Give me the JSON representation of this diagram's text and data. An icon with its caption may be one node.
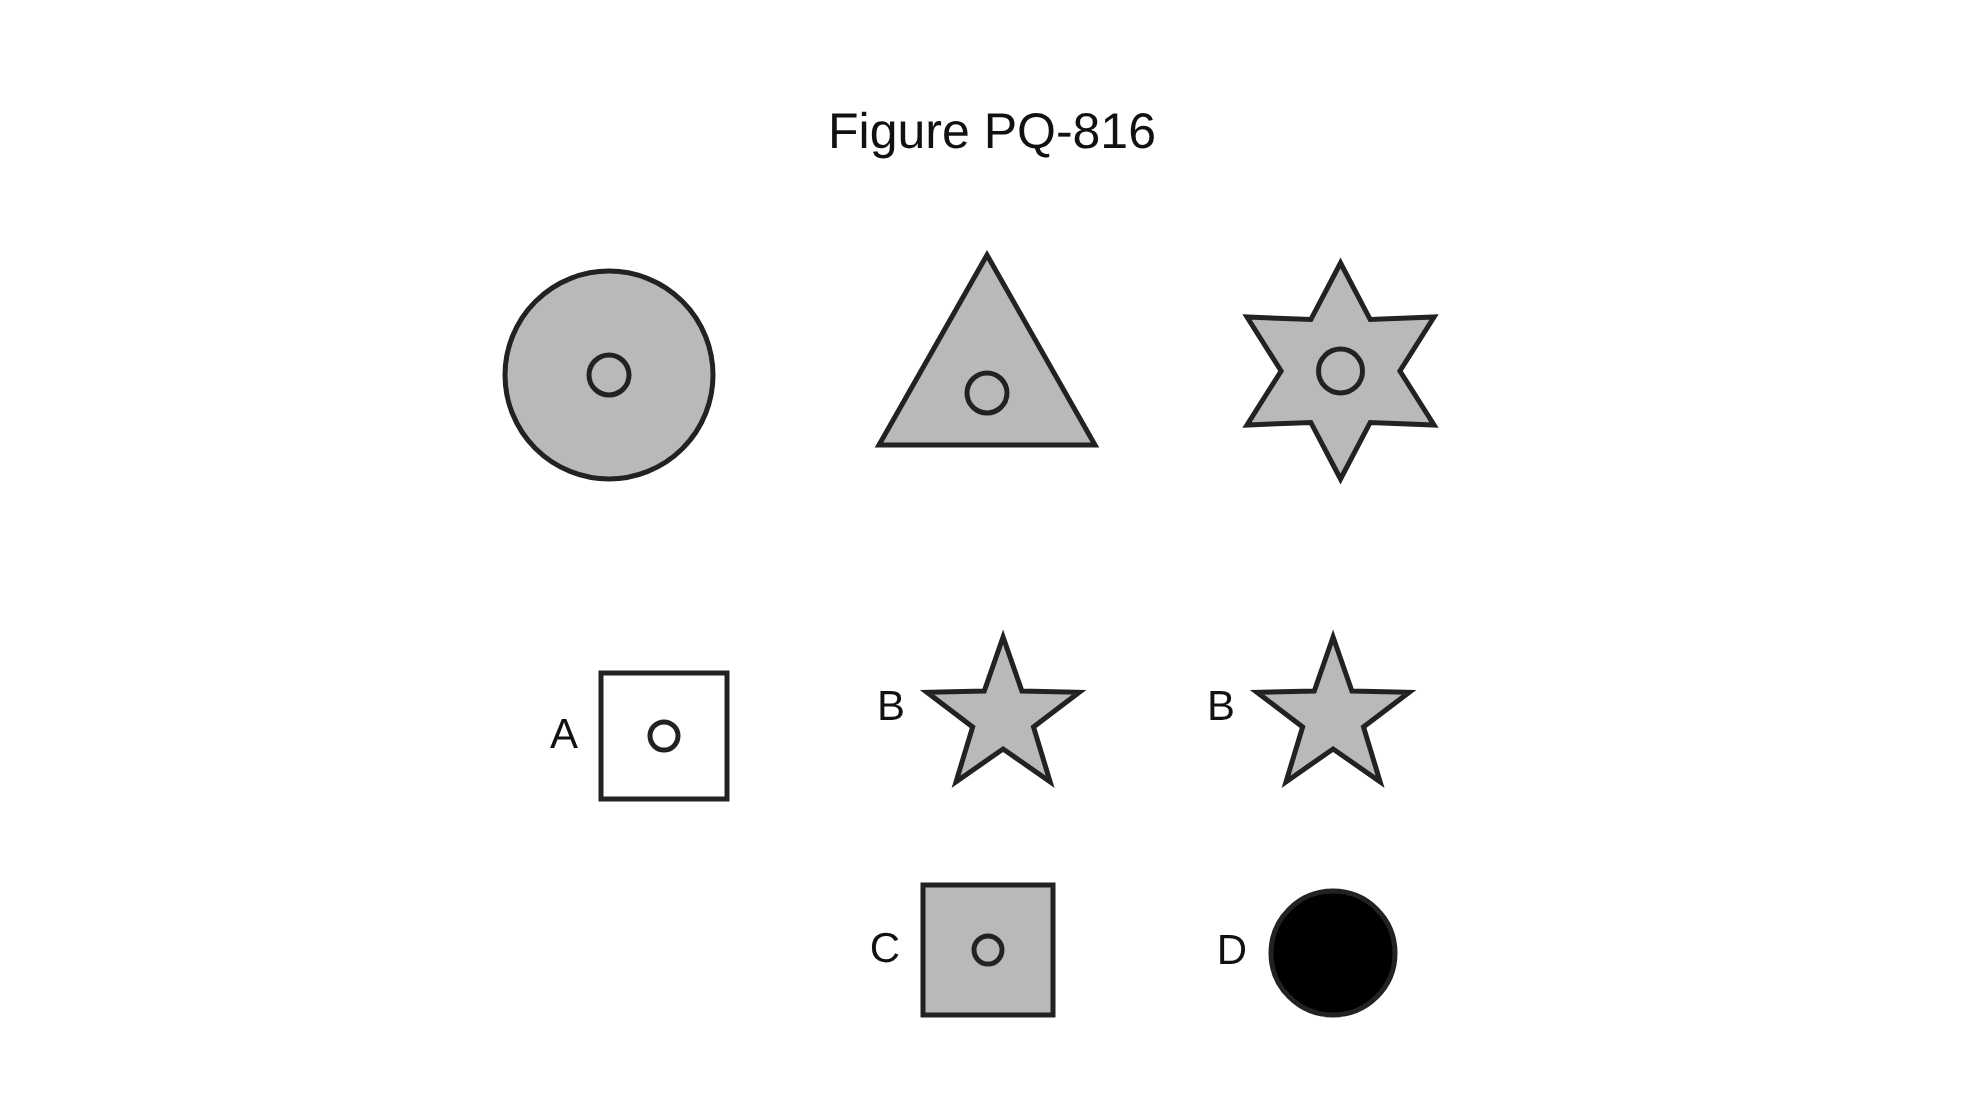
{
  "diagram": {
    "title": "Figure PQ-816",
    "nodes": [
      {
        "text": [],
        "shape": "circle"
      },
      {
        "text": [],
        "shape": "triangle"
      },
      {
        "text": [],
        "shape": "star"
      },
      {
        "text": [],
        "shape": "box",
        "beside": [
          "A"
        ]
      },
      {
        "text": [],
        "shape": "star",
        "beside": [
          "B"
        ]
      },
      {
        "text": [],
        "shape": "star",
        "beside": [
          "B"
        ]
      },
      {
        "text": [],
        "shape": "box",
        "beside": [
          "C"
        ]
      },
      {
        "text": [],
        "shape": "circle",
        "beside": [
          "D"
        ]
      }
    ]
  }
}
